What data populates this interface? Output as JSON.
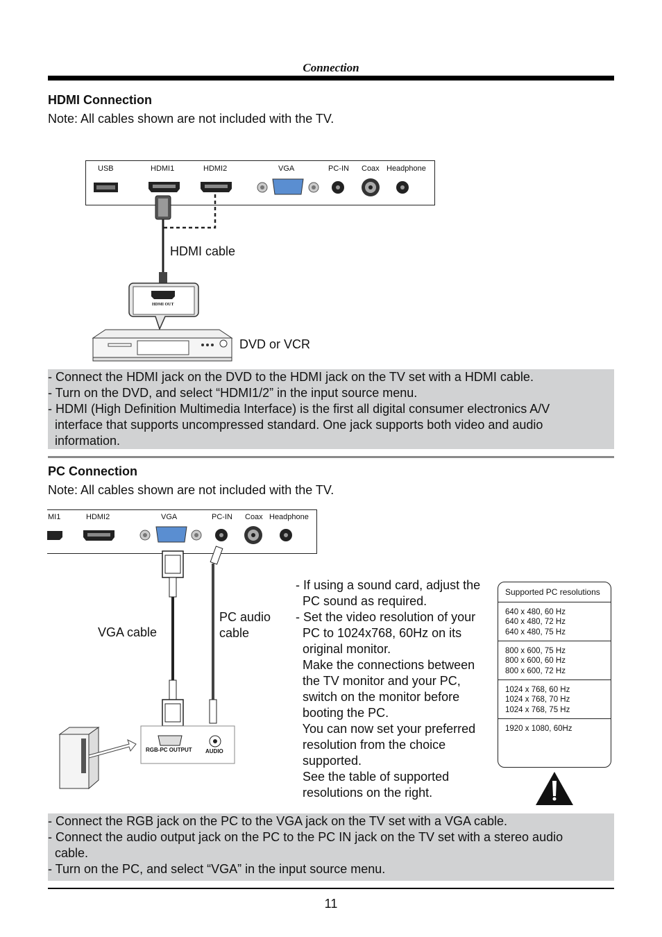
{
  "header": {
    "title": "Connection"
  },
  "hdmi": {
    "heading": "HDMI Connection",
    "note": "Note: All cables shown are not included with the TV.",
    "panel_labels": [
      "USB",
      "HDMI1",
      "HDMI2",
      "VGA",
      "PC-IN",
      "Coax",
      "Headphone"
    ],
    "cable_label": "HDMI cable",
    "device_port_label": "HDMI OUT",
    "device_label": "DVD or VCR",
    "instructions": [
      "- Connect the HDMI jack on the DVD to the HDMI jack on the TV set with a HDMI cable.",
      "- Turn on the DVD, and select “HDMI1/2” in the input source menu.",
      "- HDMI (High Definition Multimedia Interface) is the first all digital consumer electronics A/V",
      "  interface that supports uncompressed standard. One jack supports both video and audio",
      "  information."
    ]
  },
  "pc": {
    "heading": "PC Connection",
    "note": "Note: All cables shown are not included with the TV.",
    "panel_labels": [
      "MI1",
      "HDMI2",
      "VGA",
      "PC-IN",
      "Coax",
      "Headphone"
    ],
    "vga_cable_label": "VGA cable",
    "audio_cable_label_line1": "PC audio",
    "audio_cable_label_line2": "cable",
    "pc_port_rgb": "RGB-PC OUTPUT",
    "pc_port_audio": "AUDIO",
    "steps": [
      "- If using a sound card, adjust the",
      "  PC sound as required.",
      "- Set the video resolution of your",
      "  PC to 1024x768, 60Hz on its",
      "  original monitor.",
      "  Make the connections between",
      "  the TV monitor and your PC,",
      "  switch on the monitor before",
      "  booting the PC.",
      "  You can now set your preferred",
      "  resolution from the choice",
      "  supported.",
      "  See the table of supported",
      "  resolutions on the right."
    ],
    "resolutions": {
      "title": "Supported PC resolutions",
      "groups": [
        [
          "640 x 480, 60 Hz",
          "640 x 480, 72 Hz",
          "640 x 480, 75 Hz"
        ],
        [
          "800 x 600, 75 Hz",
          "800 x 600, 60 Hz",
          "800 x 600, 72 Hz"
        ],
        [
          "1024 x 768, 60 Hz",
          "1024 x 768, 70 Hz",
          "1024 x 768, 75 Hz"
        ],
        [
          "1920 x 1080, 60Hz"
        ]
      ]
    },
    "instructions": [
      "- Connect the RGB jack on the PC to the VGA jack on the TV set with a VGA cable.",
      "- Connect the audio output jack on the PC to the PC IN jack on the TV set with a stereo audio",
      "  cable.",
      "- Turn on the PC, and select “VGA” in the input source menu."
    ]
  },
  "footer": {
    "page_number": "11"
  }
}
